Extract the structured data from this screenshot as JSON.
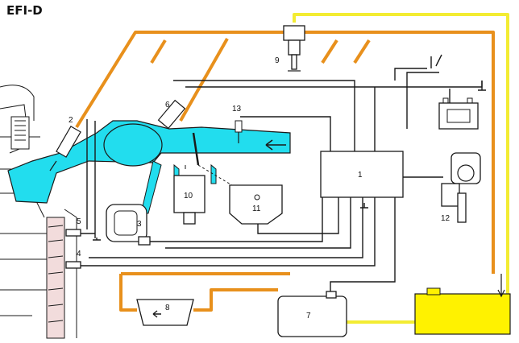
{
  "title": "EFI-D",
  "labels": {
    "ecu": "1",
    "injector_cyl": "2",
    "aux_air": "3",
    "temp_sensor_1": "4",
    "temp_sensor_2": "5",
    "cold_start_injector": "6",
    "fuel_pump": "7",
    "fuel_filter": "8",
    "pressure_regulator": "9",
    "pressure_sensor": "10",
    "throttle_switch": "11",
    "distributor": "12",
    "air_temp_sensor": "13"
  },
  "colors": {
    "fuel_line": "#e8901c",
    "return_line": "#f3ec33",
    "air_intake": "#22ddee",
    "tank": "#fff200",
    "wiring": "#1a1a1a"
  },
  "icons": {
    "fuel_flow": "arrow-left-icon",
    "air_flow": "arrow-left-icon"
  }
}
